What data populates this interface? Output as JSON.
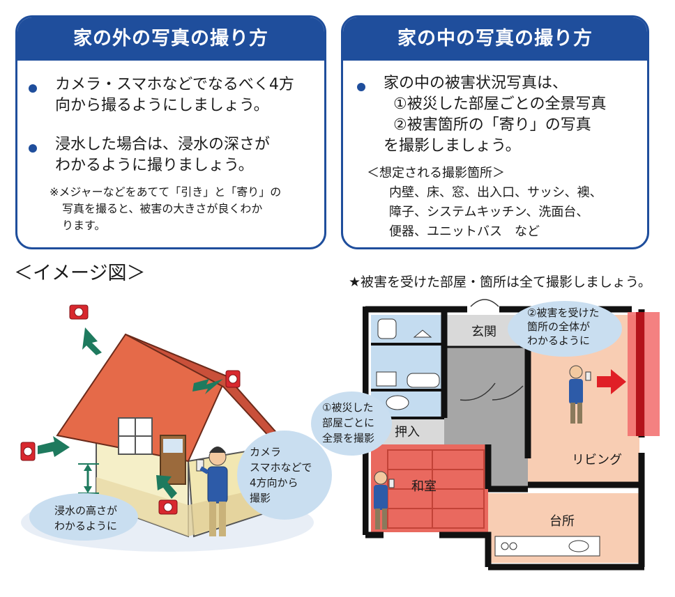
{
  "outside": {
    "title": "家の外の写真の撮り方",
    "bullet1": [
      "カメラ・スマホなどでなるべく4方",
      "向から撮るようにしましょう。"
    ],
    "bullet2": [
      "浸水した場合は、浸水の深さが",
      "わかるように撮りましょう。"
    ],
    "note": [
      "※メジャーなどをあてて「引き」と「寄り」の",
      "写真を撮ると、被害の大きさが良くわか",
      "ります。"
    ]
  },
  "inside": {
    "title": "家の中の写真の撮り方",
    "bullet1": [
      "家の中の被害状況写真は、",
      "①被災した部屋ごとの全景写真",
      "②被害箇所の「寄り」の写真",
      "を撮影しましょう。"
    ],
    "locations_title": "＜想定される撮影箇所＞",
    "locations": [
      "内壁、床、窓、出入口、サッシ、襖、",
      "障子、システムキッチン、洗面台、",
      "便器、ユニットバス　など"
    ]
  },
  "image_caption": "＜イメージ図＞",
  "floor_note": "★被害を受けた部屋・箇所は全て撮影しましょう。",
  "house_callouts": {
    "water_height": [
      "浸水の高さが",
      "わかるように"
    ],
    "four_dirs": [
      "カメラ",
      "スマホなどで",
      "4方向から",
      "撮影"
    ]
  },
  "floor_plan": {
    "rooms": {
      "genkan": "玄関",
      "oshiire": "押入",
      "washitsu": "和室",
      "living": "リビング",
      "daidokoro": "台所"
    },
    "callout_room": [
      "①被災した",
      "部屋ごとに",
      "全景を撮影"
    ],
    "callout_damage": [
      "②被害を受けた",
      "箇所の全体が",
      "わかるように"
    ]
  },
  "colors": {
    "brand_blue": "#1f4e9c",
    "callout_blue": "#c9def0",
    "room_peach": "#f8cdb3",
    "room_red": "#e9695f",
    "hall_gray": "#a6a6a6",
    "arrow_green": "#1e7a5e",
    "camera_red": "#d8282e"
  }
}
